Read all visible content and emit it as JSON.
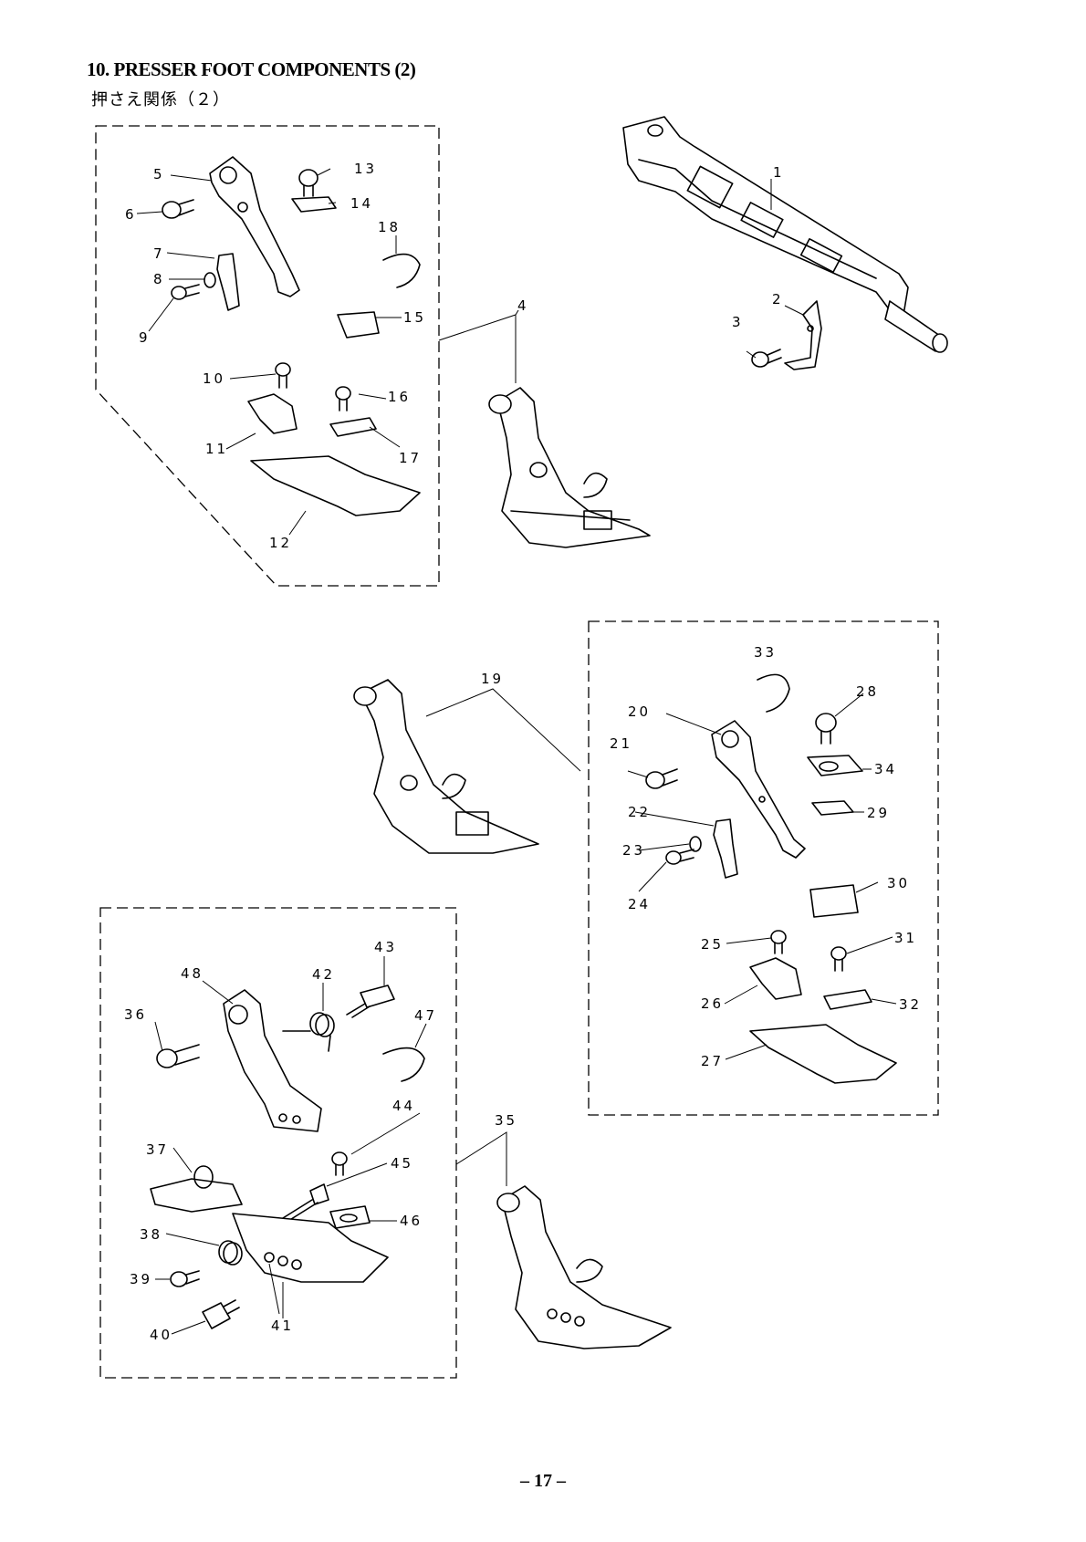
{
  "header": {
    "title": "10. PRESSER FOOT COMPONENTS (2)",
    "subtitle": "押さえ関係（２）"
  },
  "footer": {
    "page_number": "– 17 –"
  },
  "callouts": [
    "1",
    "2",
    "3",
    "4",
    "5",
    "6",
    "7",
    "8",
    "9",
    "10",
    "11",
    "12",
    "13",
    "14",
    "15",
    "16",
    "17",
    "18",
    "19",
    "20",
    "21",
    "22",
    "23",
    "24",
    "25",
    "26",
    "27",
    "28",
    "29",
    "30",
    "31",
    "32",
    "33",
    "34",
    "35",
    "36",
    "37",
    "38",
    "39",
    "40",
    "41",
    "42",
    "43",
    "44",
    "45",
    "46",
    "47",
    "48"
  ]
}
